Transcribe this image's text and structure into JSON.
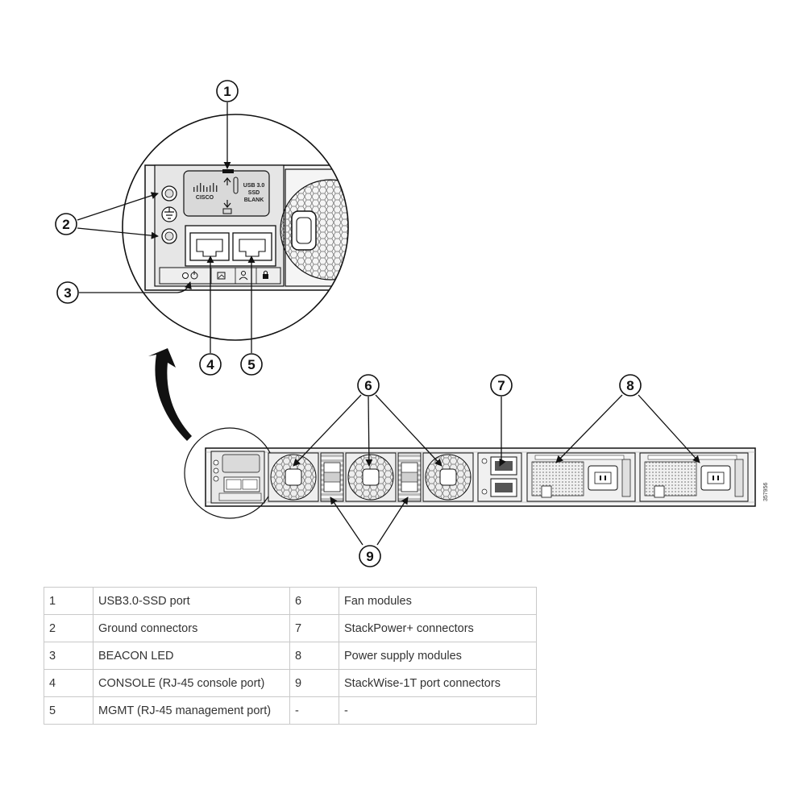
{
  "callouts": [
    "1",
    "2",
    "3",
    "4",
    "5",
    "6",
    "7",
    "8",
    "9"
  ],
  "panel_labels": {
    "usb_label": [
      "USB 3.0",
      "SSD",
      "BLANK"
    ],
    "brand": "CISCO"
  },
  "figure_id": "357956",
  "legend": {
    "rows": [
      {
        "n1": "1",
        "d1": "USB3.0-SSD port",
        "n2": "6",
        "d2": "Fan modules"
      },
      {
        "n1": "2",
        "d1": "Ground connectors",
        "n2": "7",
        "d2": "StackPower+ connectors"
      },
      {
        "n1": "3",
        "d1": "BEACON LED",
        "n2": "8",
        "d2": "Power supply modules"
      },
      {
        "n1": "4",
        "d1": "CONSOLE (RJ-45 console port)",
        "n2": "9",
        "d2": "StackWise-1T port connectors"
      },
      {
        "n1": "5",
        "d1": "MGMT (RJ-45 management port)",
        "n2": "-",
        "d2": "-"
      }
    ]
  },
  "colors": {
    "line": "#111111",
    "chassis": "#f2f2f2",
    "panel": "#e4e4e4",
    "table_border": "#c9c9c9"
  }
}
